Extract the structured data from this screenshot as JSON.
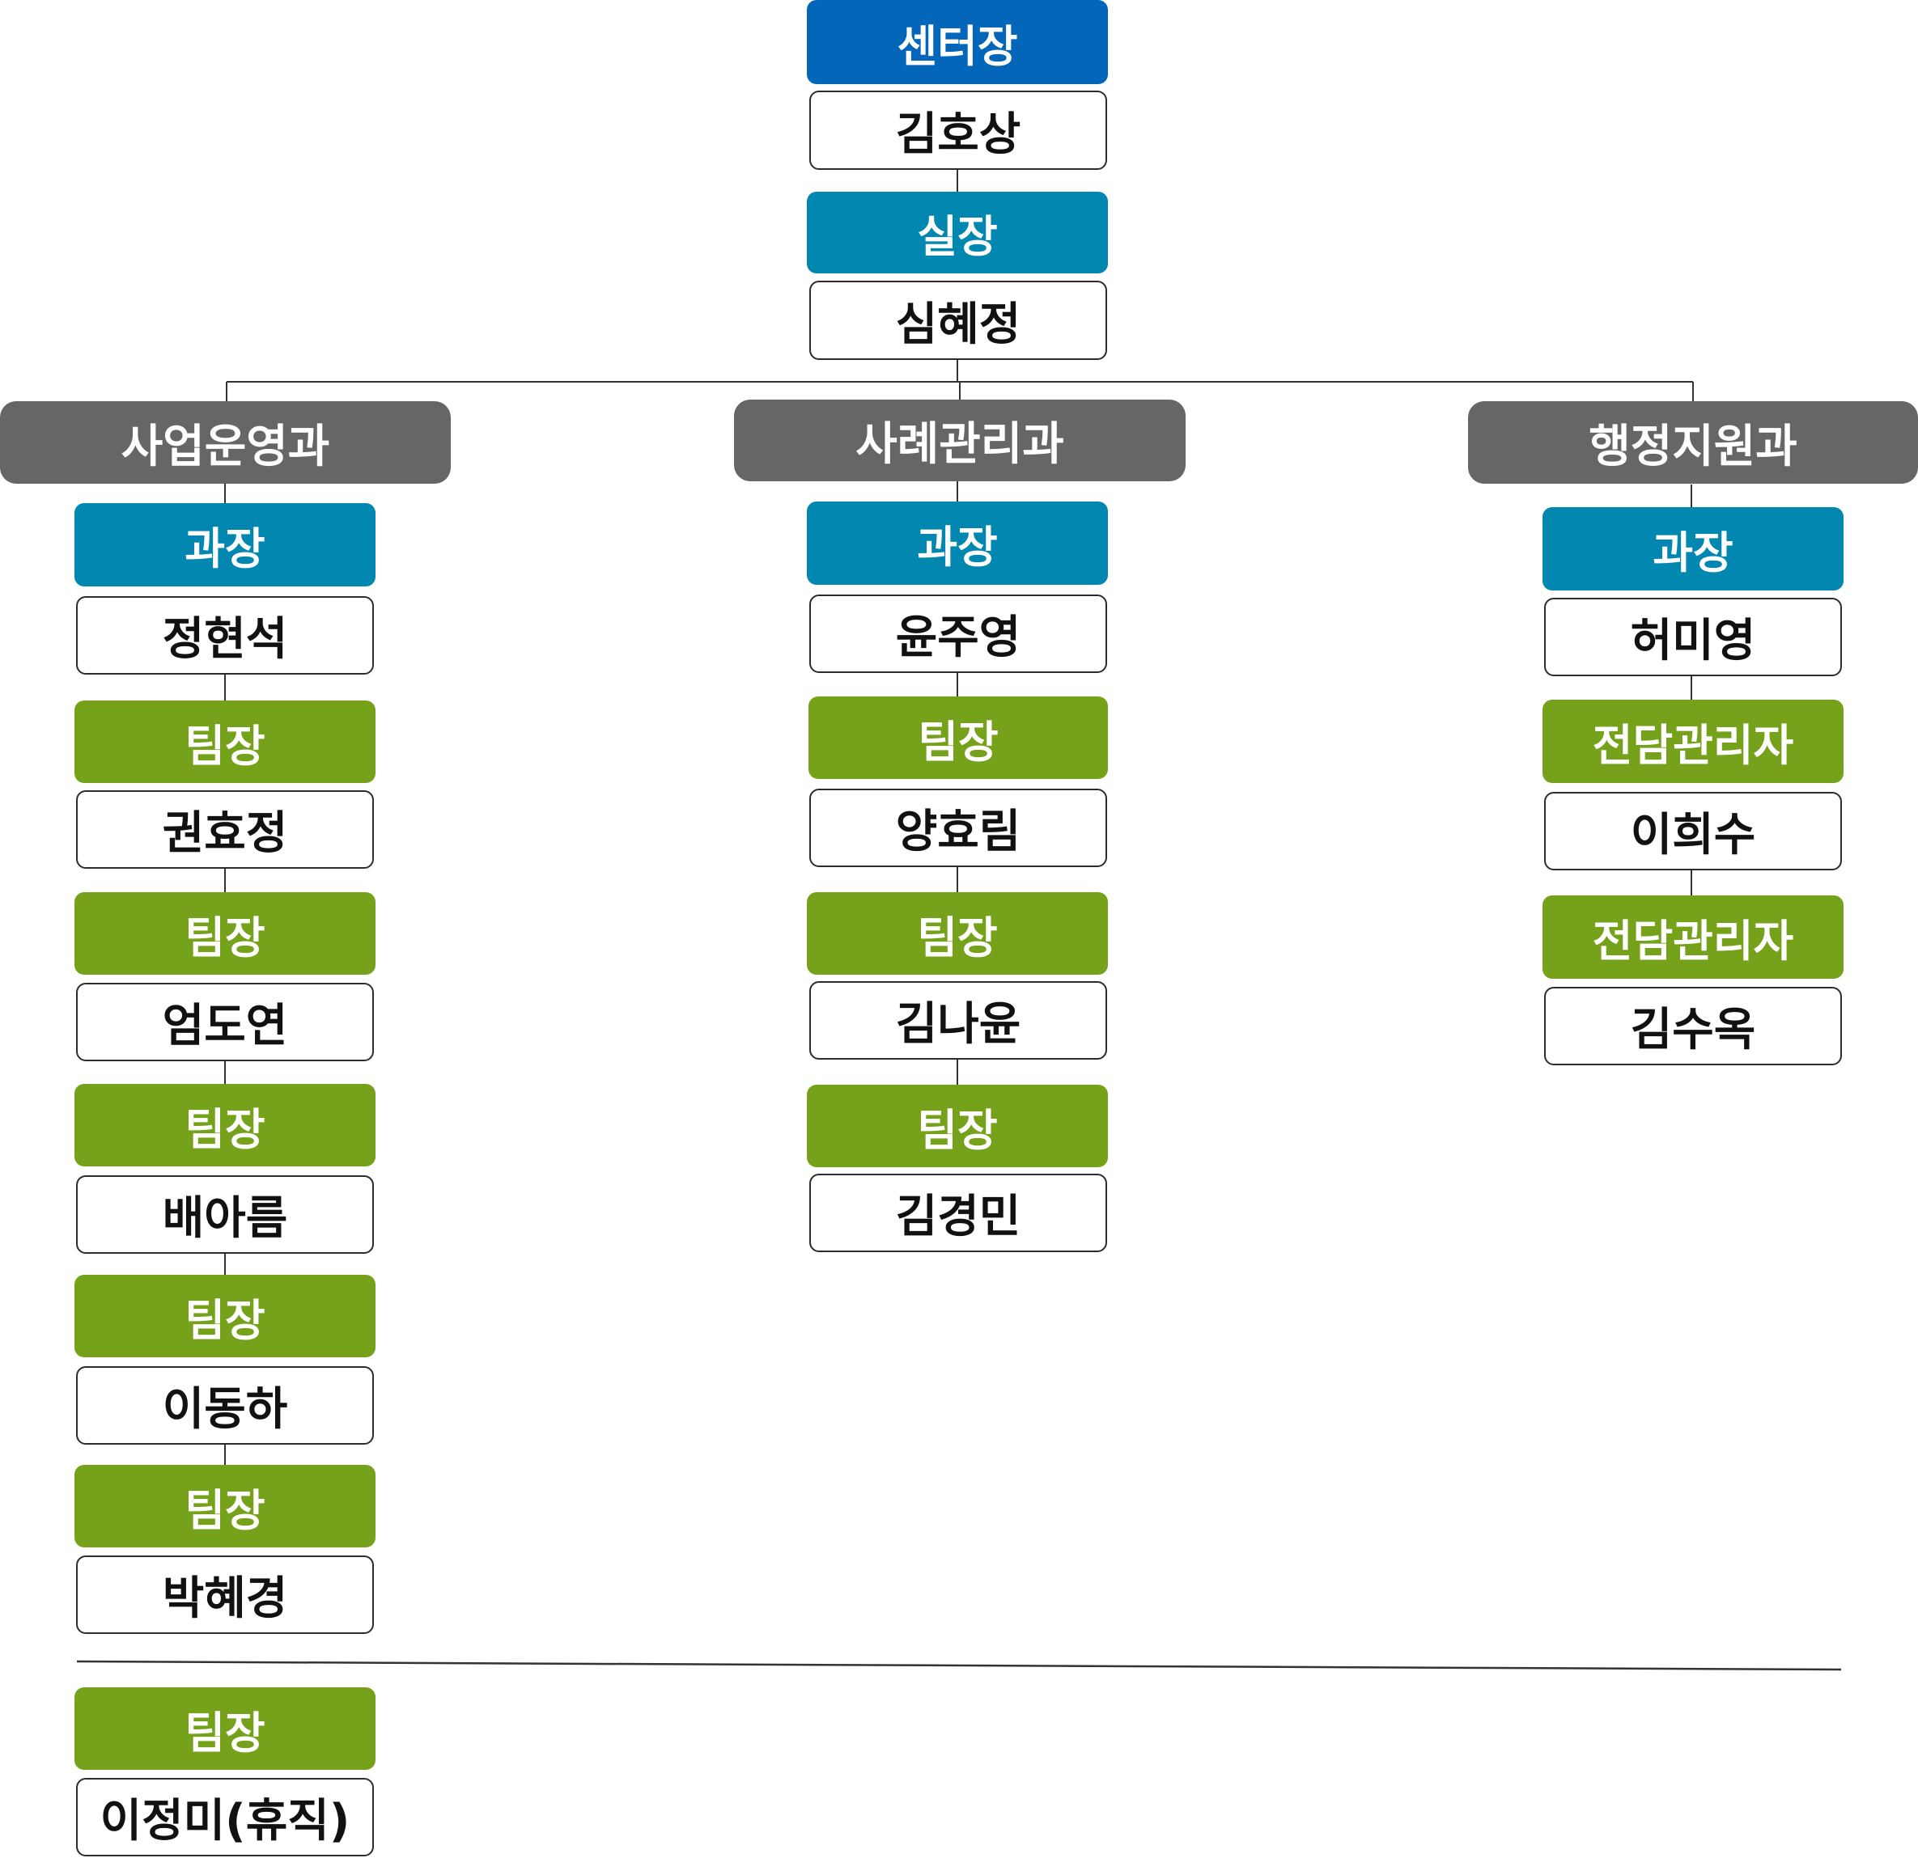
{
  "colors": {
    "director": "#0366b8",
    "manager": "#0287b0",
    "team": "#76a21b",
    "department": "#666666"
  },
  "top": {
    "director_title": "센터장",
    "director_name": "김호상",
    "chief_title": "실장",
    "chief_name": "심혜정"
  },
  "departments": [
    {
      "name": "사업운영과",
      "head_title": "과장",
      "head_name": "정현석",
      "members": [
        {
          "title": "팀장",
          "name": "권효정"
        },
        {
          "title": "팀장",
          "name": "엄도연"
        },
        {
          "title": "팀장",
          "name": "배아름"
        },
        {
          "title": "팀장",
          "name": "이동하"
        },
        {
          "title": "팀장",
          "name": "박혜경"
        }
      ],
      "extra": {
        "title": "팀장",
        "name": "이정미(휴직)"
      }
    },
    {
      "name": "사례관리과",
      "head_title": "과장",
      "head_name": "윤주영",
      "members": [
        {
          "title": "팀장",
          "name": "양효림"
        },
        {
          "title": "팀장",
          "name": "김나윤"
        },
        {
          "title": "팀장",
          "name": "김경민"
        }
      ]
    },
    {
      "name": "행정지원과",
      "head_title": "과장",
      "head_name": "허미영",
      "members": [
        {
          "title": "전담관리자",
          "name": "이희수"
        },
        {
          "title": "전담관리자",
          "name": "김수옥"
        }
      ]
    }
  ]
}
